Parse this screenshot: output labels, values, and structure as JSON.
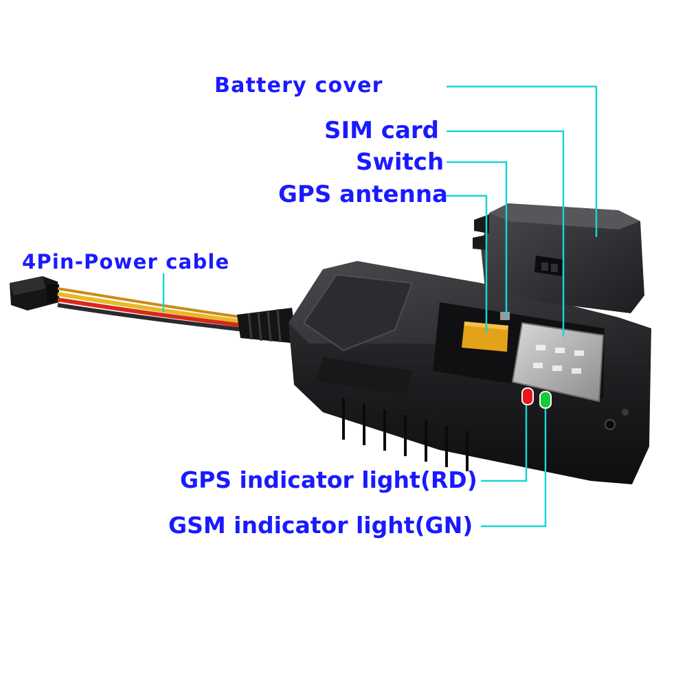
{
  "labels": {
    "battery_cover": "Battery cover",
    "sim_card": "SIM card",
    "switch": "Switch",
    "gps_antenna": "GPS antenna",
    "power_cable": "4Pin-Power cable",
    "gps_indicator": "GPS indicator light(RD)",
    "gsm_indicator": "GSM indicator light(GN)"
  },
  "colors": {
    "label_text": "#1a1aff",
    "leader_line": "#19d4d4",
    "device_body": "#1c1c1e",
    "wire_red": "#d62a1f",
    "wire_yellow": "#e9b825",
    "led_red": "#e8161d",
    "led_green": "#18c93a",
    "antenna_gold": "#e3a21a"
  }
}
